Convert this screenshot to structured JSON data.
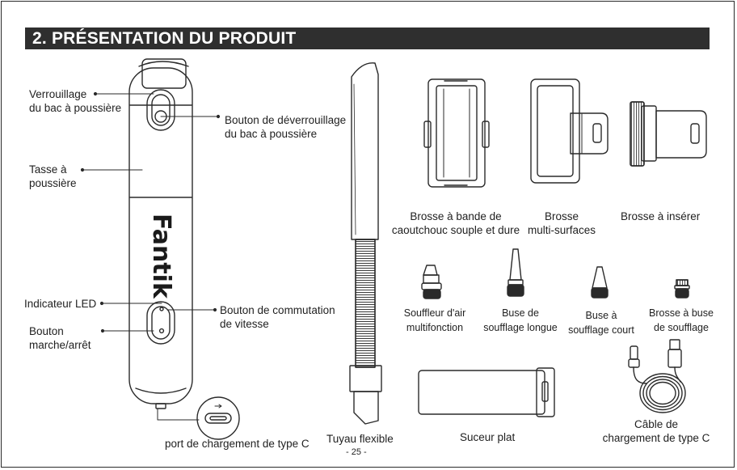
{
  "header": {
    "title": "2. PRÉSENTATION DU PRODUIT"
  },
  "device": {
    "brand": "Fantik"
  },
  "labels": {
    "dust_lock_line1": "Verrouillage",
    "dust_lock_line2": "du bac à poussière",
    "release_button_line1": "Bouton de déverrouillage",
    "release_button_line2": "du bac à poussière",
    "dust_cup_line1": "Tasse à",
    "dust_cup_line2": "poussière",
    "led_indicator": "Indicateur LED",
    "power_button_line1": "Bouton",
    "power_button_line2": "marche/arrêt",
    "speed_button_line1": "Bouton de commutation",
    "speed_button_line2": "de vitesse",
    "charging_port": "port de chargement de type C",
    "flexible_hose": "Tuyau flexible",
    "rubber_brush_line1": "Brosse à bande de",
    "rubber_brush_line2": "caoutchouc souple et dure",
    "multi_brush_line1": "Brosse",
    "multi_brush_line2": "multi-surfaces",
    "insert_brush": "Brosse à insérer",
    "air_blower_line1": "Souffleur d'air",
    "air_blower_line2": "multifonction",
    "long_nozzle_line1": "Buse de",
    "long_nozzle_line2": "soufflage longue",
    "short_nozzle_line1": "Buse à",
    "short_nozzle_line2": "soufflage court",
    "nozzle_brush_line1": "Brosse à buse",
    "nozzle_brush_line2": "de soufflage",
    "flat_nozzle": "Suceur plat",
    "cable_line1": "Câble de",
    "cable_line2": "chargement de type C"
  },
  "footer": {
    "page_number": "- 25 -"
  },
  "colors": {
    "header_bg": "#2f2f2f",
    "line": "#2a2a2a"
  }
}
